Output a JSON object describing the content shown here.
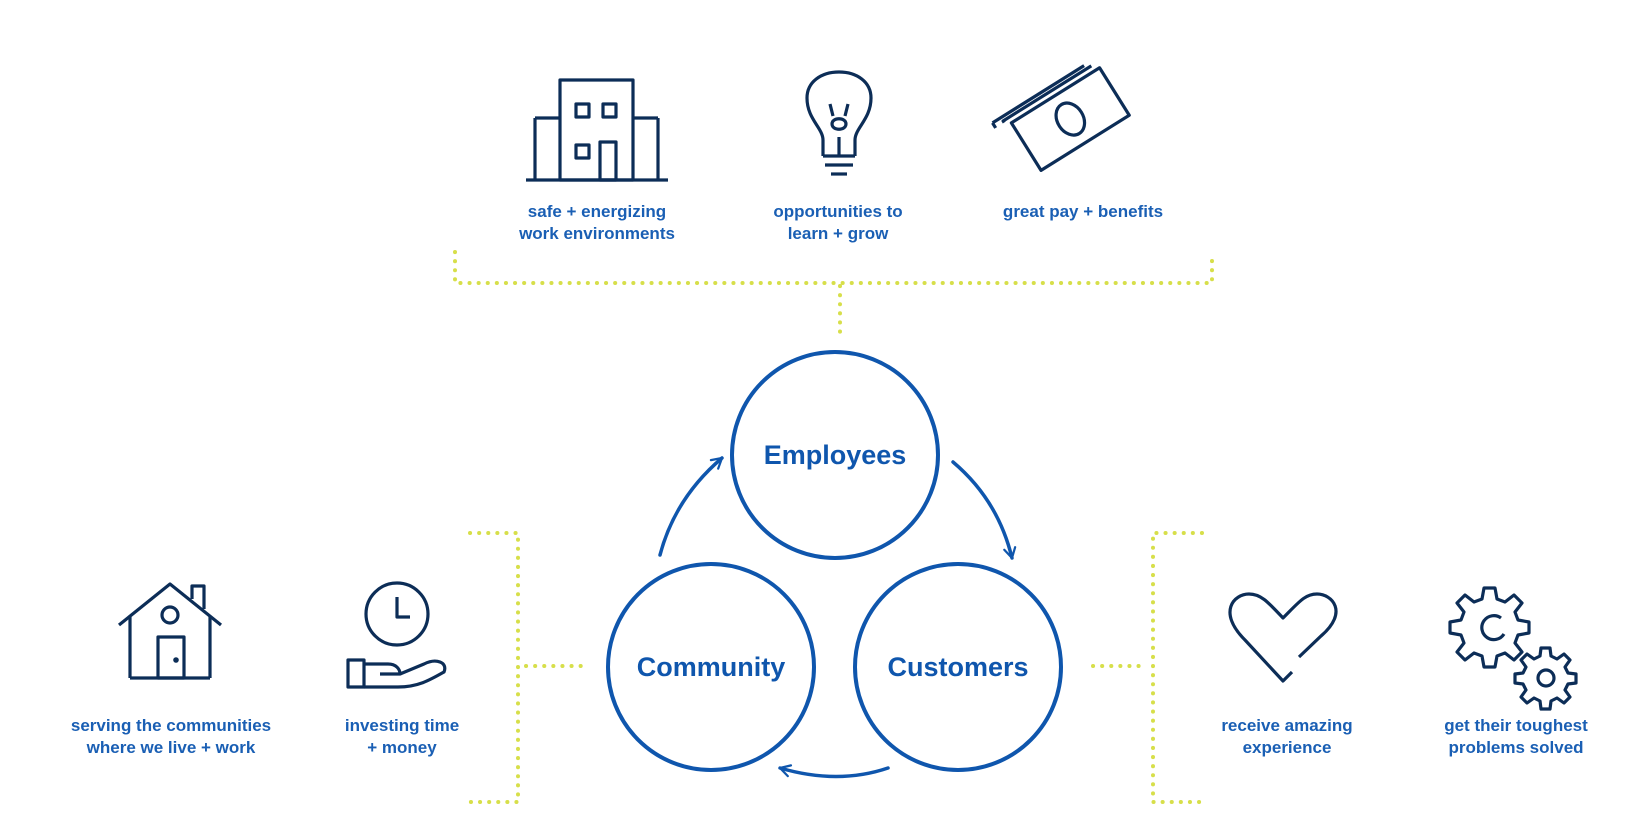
{
  "colors": {
    "circle": "#0f56ad",
    "label": "#0f56ad",
    "caption": "#1a5fb4",
    "icon": "#0c2d57",
    "dotted": "#d7df4a"
  },
  "nodes": {
    "employees": {
      "label": "Employees"
    },
    "community": {
      "label": "Community"
    },
    "customers": {
      "label": "Customers"
    }
  },
  "employees_benefits": [
    {
      "icon": "building-icon",
      "line1": "safe + energizing",
      "line2": "work environments"
    },
    {
      "icon": "lightbulb-icon",
      "line1": "opportunities to",
      "line2": "learn + grow"
    },
    {
      "icon": "money-icon",
      "line1": "great pay + benefits",
      "line2": ""
    }
  ],
  "community_benefits": [
    {
      "icon": "house-icon",
      "line1": "serving the communities",
      "line2": "where we live + work"
    },
    {
      "icon": "clock-hand-icon",
      "line1": "investing time",
      "line2": "+ money"
    }
  ],
  "customers_benefits": [
    {
      "icon": "heart-icon",
      "line1": "receive amazing",
      "line2": "experience"
    },
    {
      "icon": "gears-icon",
      "line1": "get their toughest",
      "line2": "problems solved"
    }
  ]
}
